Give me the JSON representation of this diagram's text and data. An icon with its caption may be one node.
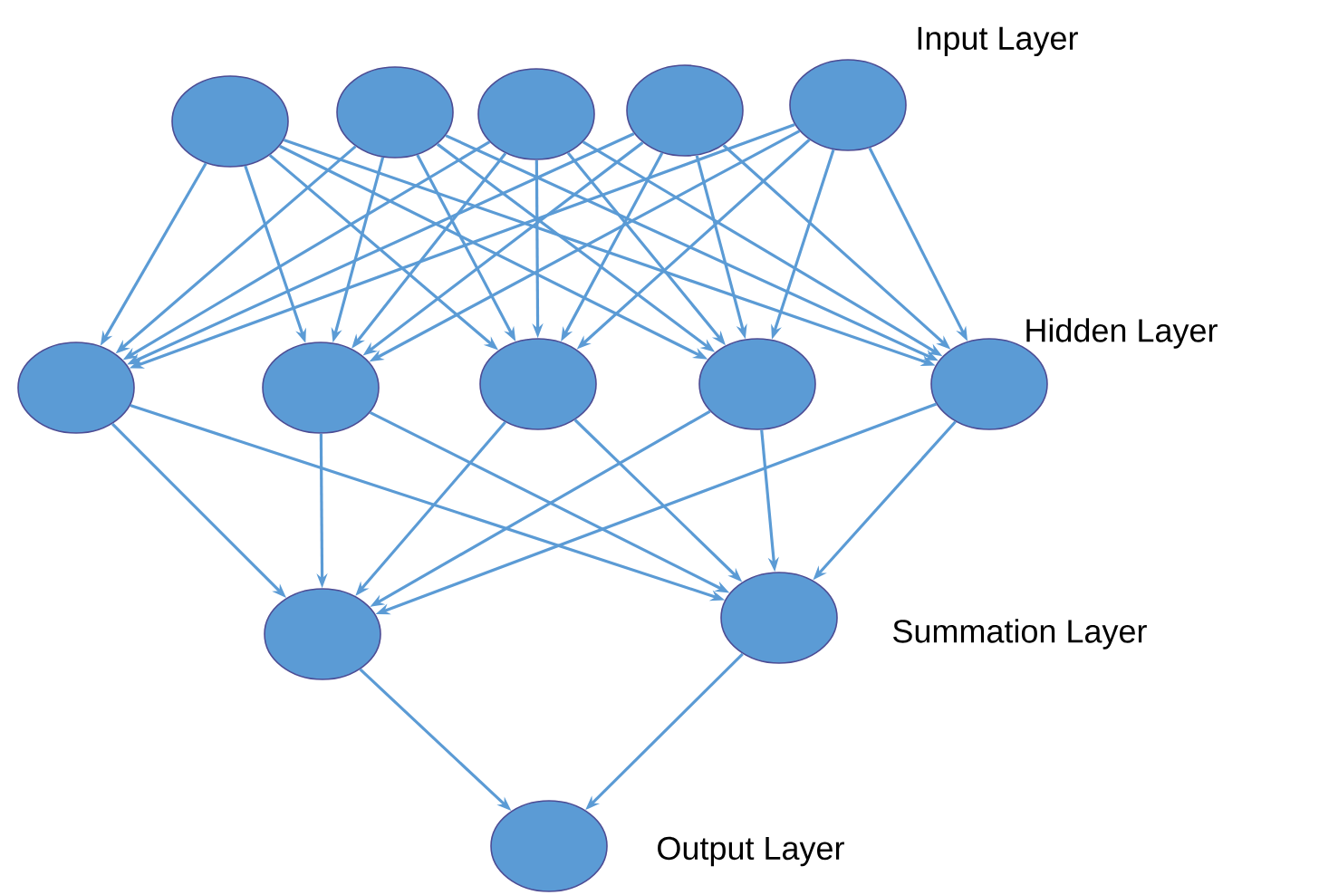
{
  "diagram": {
    "nodes": [
      {
        "text": [],
        "shape": "circle"
      },
      {
        "text": [],
        "shape": "circle"
      },
      {
        "text": [],
        "shape": "circle"
      },
      {
        "text": [],
        "shape": "circle"
      },
      {
        "text": [],
        "shape": "circle"
      },
      {
        "text": [],
        "shape": "circle"
      },
      {
        "text": [],
        "shape": "circle"
      },
      {
        "text": [],
        "shape": "circle"
      },
      {
        "text": [],
        "shape": "circle"
      },
      {
        "text": [],
        "shape": "circle"
      },
      {
        "text": [],
        "shape": "circle"
      },
      {
        "text": [],
        "shape": "circle"
      },
      {
        "text": [],
        "shape": "circle"
      }
    ],
    "edges": [
      {
        "from": 0,
        "to": 5,
        "arrow": "to"
      },
      {
        "from": 0,
        "to": 6,
        "arrow": "to"
      },
      {
        "from": 0,
        "to": 7,
        "arrow": "to"
      },
      {
        "from": 0,
        "to": 8,
        "arrow": "to"
      },
      {
        "from": 0,
        "to": 9,
        "arrow": "to"
      },
      {
        "from": 1,
        "to": 5,
        "arrow": "to"
      },
      {
        "from": 1,
        "to": 6,
        "arrow": "to"
      },
      {
        "from": 1,
        "to": 7,
        "arrow": "to"
      },
      {
        "from": 1,
        "to": 8,
        "arrow": "to"
      },
      {
        "from": 1,
        "to": 9,
        "arrow": "to"
      },
      {
        "from": 2,
        "to": 5,
        "arrow": "to"
      },
      {
        "from": 2,
        "to": 6,
        "arrow": "to"
      },
      {
        "from": 2,
        "to": 7,
        "arrow": "to"
      },
      {
        "from": 2,
        "to": 8,
        "arrow": "to"
      },
      {
        "from": 2,
        "to": 9,
        "arrow": "to"
      },
      {
        "from": 3,
        "to": 5,
        "arrow": "to"
      },
      {
        "from": 3,
        "to": 6,
        "arrow": "to"
      },
      {
        "from": 3,
        "to": 7,
        "arrow": "to"
      },
      {
        "from": 3,
        "to": 8,
        "arrow": "to"
      },
      {
        "from": 3,
        "to": 9,
        "arrow": "to"
      },
      {
        "from": 4,
        "to": 5,
        "arrow": "to"
      },
      {
        "from": 4,
        "to": 6,
        "arrow": "to"
      },
      {
        "from": 4,
        "to": 7,
        "arrow": "to"
      },
      {
        "from": 4,
        "to": 8,
        "arrow": "to"
      },
      {
        "from": 4,
        "to": 9,
        "arrow": "to"
      },
      {
        "from": 5,
        "to": 10,
        "arrow": "to"
      },
      {
        "from": 5,
        "to": 11,
        "arrow": "to"
      },
      {
        "from": 6,
        "to": 10,
        "arrow": "to"
      },
      {
        "from": 6,
        "to": 11,
        "arrow": "to"
      },
      {
        "from": 7,
        "to": 10,
        "arrow": "to"
      },
      {
        "from": 7,
        "to": 11,
        "arrow": "to"
      },
      {
        "from": 8,
        "to": 10,
        "arrow": "to"
      },
      {
        "from": 8,
        "to": 11,
        "arrow": "to"
      },
      {
        "from": 9,
        "to": 10,
        "arrow": "to"
      },
      {
        "from": 9,
        "to": 11,
        "arrow": "to"
      },
      {
        "from": 10,
        "to": 12,
        "arrow": "to"
      },
      {
        "from": 11,
        "to": 12,
        "arrow": "to"
      }
    ],
    "labels": [
      "Input Layer",
      "Hidden Layer",
      "Summation Layer",
      "Output Layer"
    ]
  }
}
